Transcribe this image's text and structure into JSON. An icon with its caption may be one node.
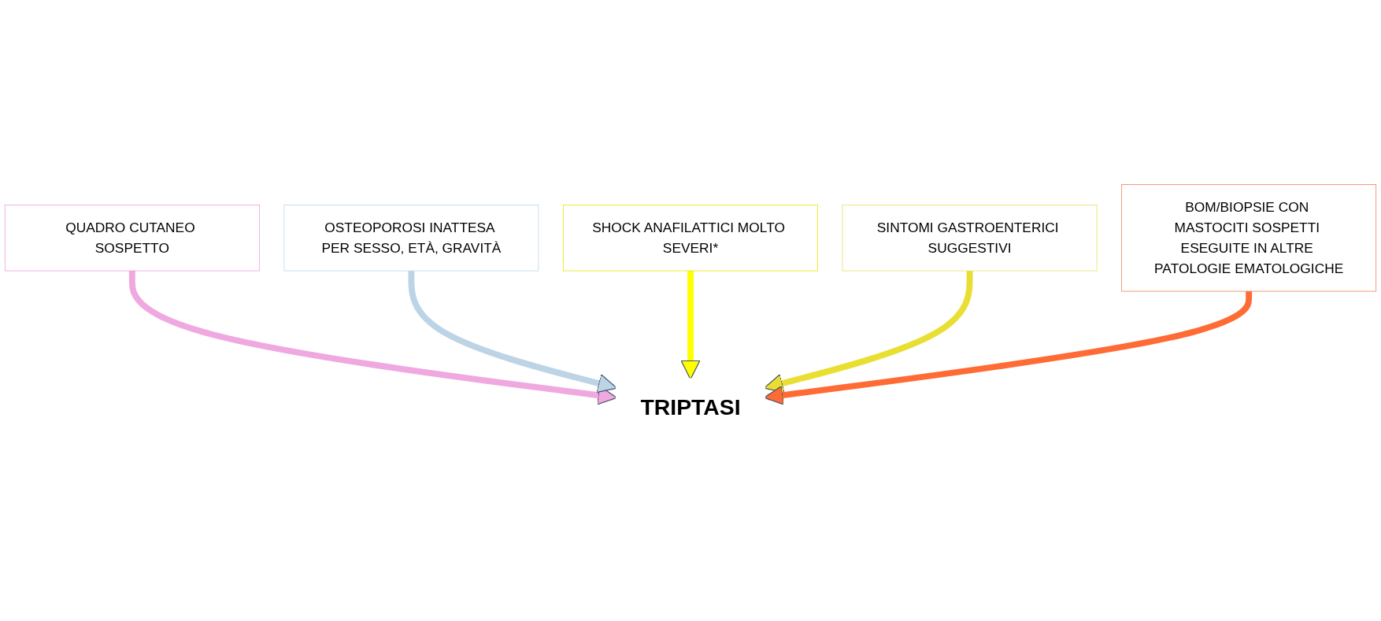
{
  "diagram": {
    "nodes": [
      {
        "text": [
          "QUADRO CUTANEO SOSPETTO"
        ]
      },
      {
        "text": [
          "OSTEOPOROSI INATTESA PER SESSO, ETÀ, GRAVITÀ"
        ]
      },
      {
        "text": [
          "TRIPTASI"
        ]
      },
      {
        "text": [
          "SHOCK ANAFILATTICI MOLTO SEVERI*"
        ]
      },
      {
        "text": [
          "SINTOMI GASTROENTERICI SUGGESTIVI"
        ]
      },
      {
        "text": [
          "BOM/BIOPSIE CON MASTOCITI SOSPETTI ESEGUITE IN ALTRE PATOLOGIE EMATOLOGICHE"
        ]
      }
    ],
    "edges": [
      {
        "from": 0,
        "to": 2,
        "arrow": "to",
        "color": "#f0a8e0"
      },
      {
        "from": 1,
        "to": 2,
        "arrow": "to",
        "color": "#bcd4e6"
      },
      {
        "from": 3,
        "to": 2,
        "arrow": "to",
        "color": "#ffff00"
      },
      {
        "from": 4,
        "to": 2,
        "arrow": "to",
        "color": "#e8df32"
      },
      {
        "from": 5,
        "to": 2,
        "arrow": "to",
        "color": "#ff6b35"
      }
    ]
  }
}
